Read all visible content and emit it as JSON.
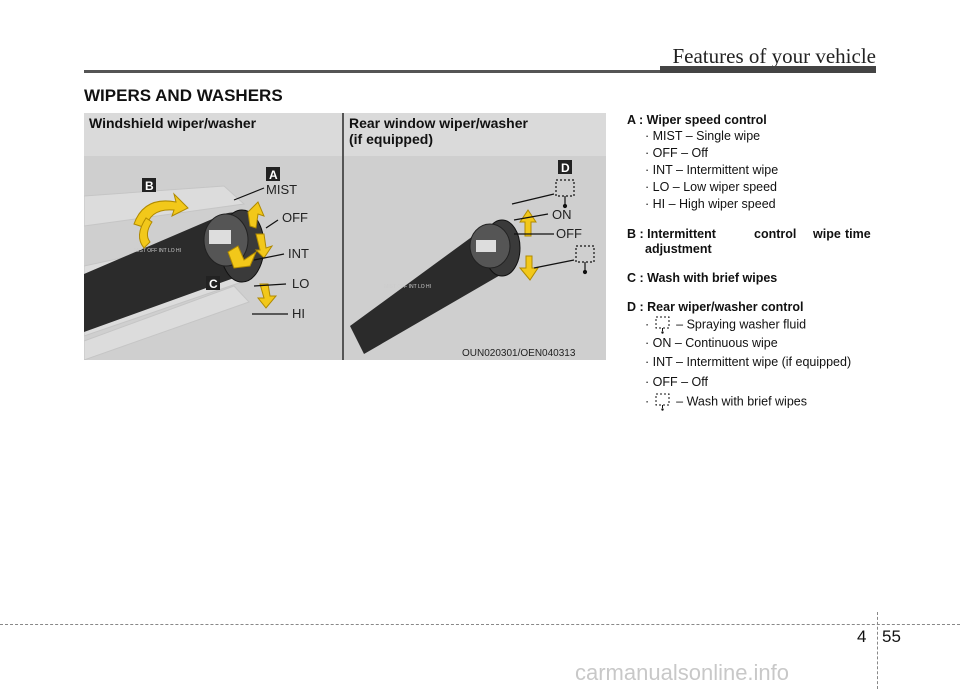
{
  "header": {
    "title": "Features of your vehicle"
  },
  "section_title": "WIPERS AND WASHERS",
  "panels": {
    "left_heading": "Windshield wiper/washer",
    "right_heading_line1": "Rear window wiper/washer",
    "right_heading_line2": "(if equipped)"
  },
  "figure": {
    "letters": {
      "a": "A",
      "b": "B",
      "c": "C",
      "d": "D"
    },
    "left_labels": {
      "mist": "MIST",
      "off": "OFF",
      "int": "INT",
      "lo": "LO",
      "hi": "HI"
    },
    "right_labels": {
      "on": "ON",
      "off": "OFF"
    },
    "caption": "OUN020301/OEN040313",
    "colors": {
      "arrow": "#f2c81a",
      "letter_bg": "#222222",
      "lever": "#2b2b2b"
    }
  },
  "legend": {
    "a_title": "A : Wiper speed control",
    "a_items": [
      "· MIST – Single wipe",
      "· OFF – Off",
      "· INT – Intermittent wipe",
      "· LO – Low wiper speed",
      "· HI – High wiper speed"
    ],
    "b_line1_left": "B : Intermittent",
    "b_line1_mid1": "control",
    "b_line1_mid2": "wipe",
    "b_line1_right": "time",
    "b_line2": "adjustment",
    "c_title": "C : Wash with brief wipes",
    "d_title": "D : Rear wiper/washer control",
    "d_item1_bullet": "·",
    "d_item1_text": "– Spraying washer fluid",
    "d_item2": "· ON – Continuous wipe",
    "d_item3": "· INT – Intermittent wipe (if equipped)",
    "d_item4": "· OFF – Off",
    "d_item5_bullet": "·",
    "d_item5_text": "– Wash with brief wipes",
    "icons": [
      "washer-spray-icon",
      "washer-spray-icon"
    ]
  },
  "footer": {
    "chapter": "4",
    "page": "55"
  },
  "watermark": "carmanualsonline.info"
}
